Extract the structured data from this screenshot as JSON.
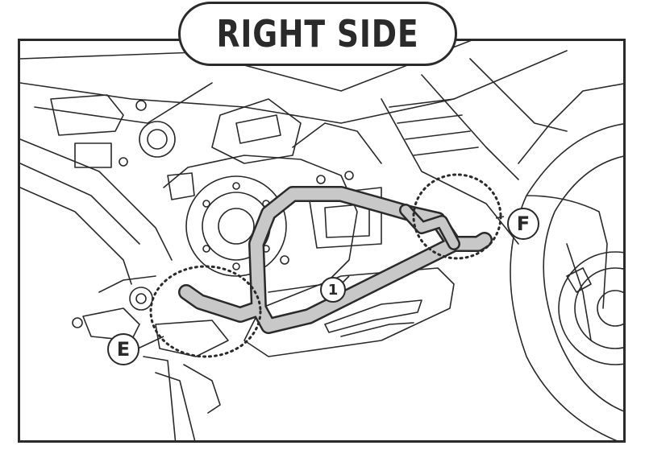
{
  "title": "RIGHT SIDE",
  "labels": {
    "part_number": "1",
    "point_e": "E",
    "point_f": "F"
  },
  "colors": {
    "line": "#2a2a2a",
    "bar_fill": "#c8c8c8",
    "background": "#ffffff"
  }
}
